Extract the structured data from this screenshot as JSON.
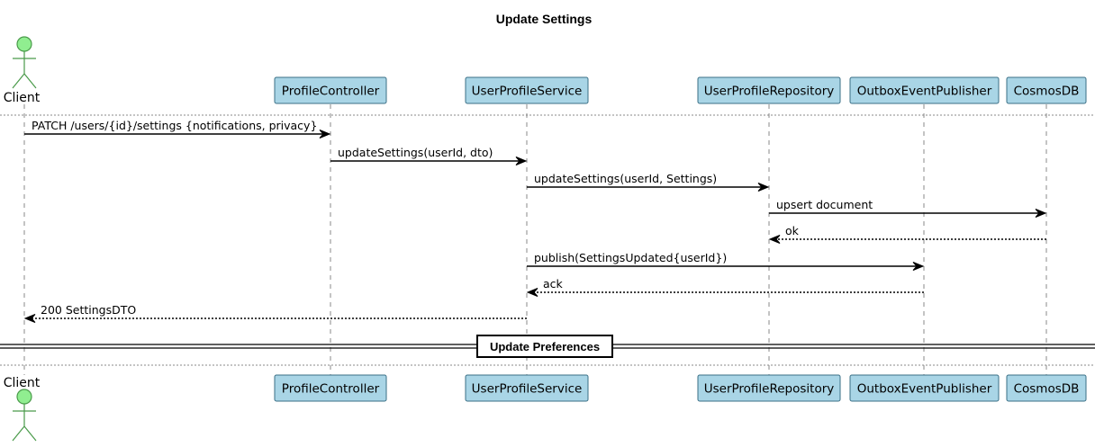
{
  "title": "Update Settings",
  "participants": [
    {
      "id": "client",
      "label": "Client",
      "kind": "actor"
    },
    {
      "id": "profile-controller",
      "label": "ProfileController",
      "kind": "box"
    },
    {
      "id": "user-profile-service",
      "label": "UserProfileService",
      "kind": "box"
    },
    {
      "id": "user-profile-repository",
      "label": "UserProfileRepository",
      "kind": "box"
    },
    {
      "id": "outbox-event-publisher",
      "label": "OutboxEventPublisher",
      "kind": "box"
    },
    {
      "id": "cosmosdb",
      "label": "CosmosDB",
      "kind": "box"
    }
  ],
  "messages": [
    {
      "from": "client",
      "to": "profile-controller",
      "label": "PATCH /users/{id}/settings {notifications, privacy}",
      "style": "solid"
    },
    {
      "from": "profile-controller",
      "to": "user-profile-service",
      "label": "updateSettings(userId, dto)",
      "style": "solid"
    },
    {
      "from": "user-profile-service",
      "to": "user-profile-repository",
      "label": "updateSettings(userId, Settings)",
      "style": "solid"
    },
    {
      "from": "user-profile-repository",
      "to": "cosmosdb",
      "label": "upsert document",
      "style": "solid"
    },
    {
      "from": "cosmosdb",
      "to": "user-profile-repository",
      "label": "ok",
      "style": "dashed"
    },
    {
      "from": "user-profile-service",
      "to": "outbox-event-publisher",
      "label": "publish(SettingsUpdated{userId})",
      "style": "solid"
    },
    {
      "from": "outbox-event-publisher",
      "to": "user-profile-service",
      "label": "ack",
      "style": "dashed"
    },
    {
      "from": "user-profile-service",
      "to": "client",
      "label": "200 SettingsDTO",
      "style": "dashed"
    }
  ],
  "divider": {
    "label": "Update Preferences"
  },
  "colors": {
    "participant_fill": "#a9d5e6",
    "participant_border": "#3a6f86",
    "actor_fill": "#90ee90",
    "actor_stroke": "#4a9a4a"
  }
}
